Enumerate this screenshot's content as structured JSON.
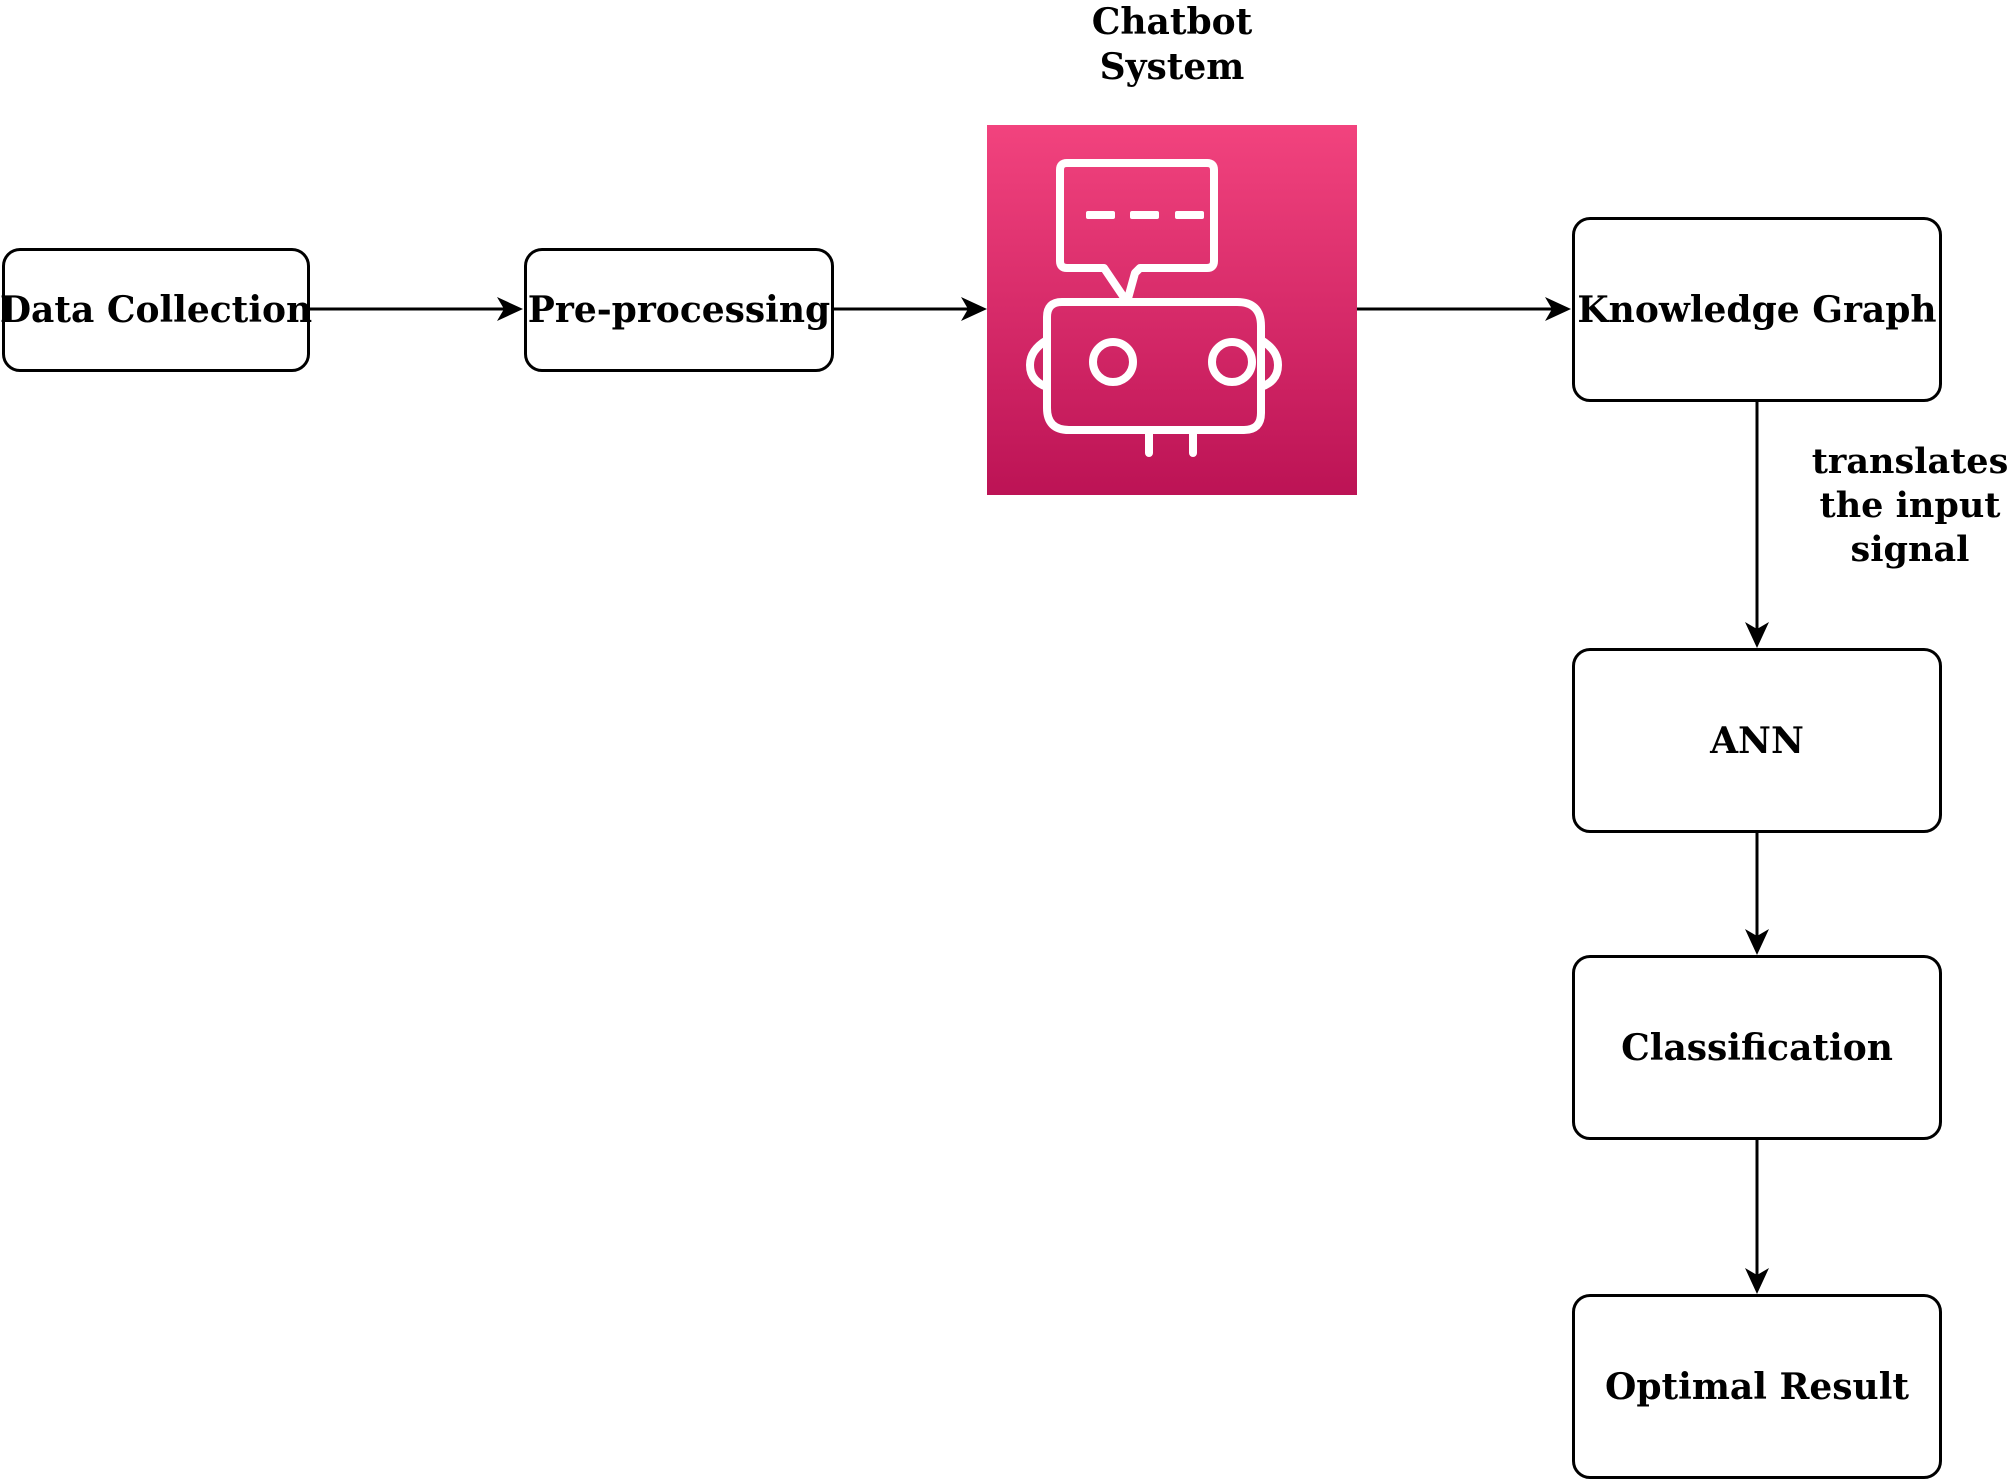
{
  "nodes": {
    "data_collection": "Data Collection",
    "preprocessing": "Pre-processing",
    "chatbot": {
      "label_line1": "Chatbot",
      "label_line2": "System",
      "icon": "chatbot-robot-icon",
      "color_top": "#F2437E",
      "color_bottom": "#BC1355"
    },
    "knowledge_graph": "Knowledge Graph",
    "ann": "ANN",
    "classification": "Classification",
    "optimal_result": "Optimal Result"
  },
  "edge_labels": {
    "kg_to_ann_line1": "translates",
    "kg_to_ann_line2": "the input",
    "kg_to_ann_line3": "signal"
  }
}
